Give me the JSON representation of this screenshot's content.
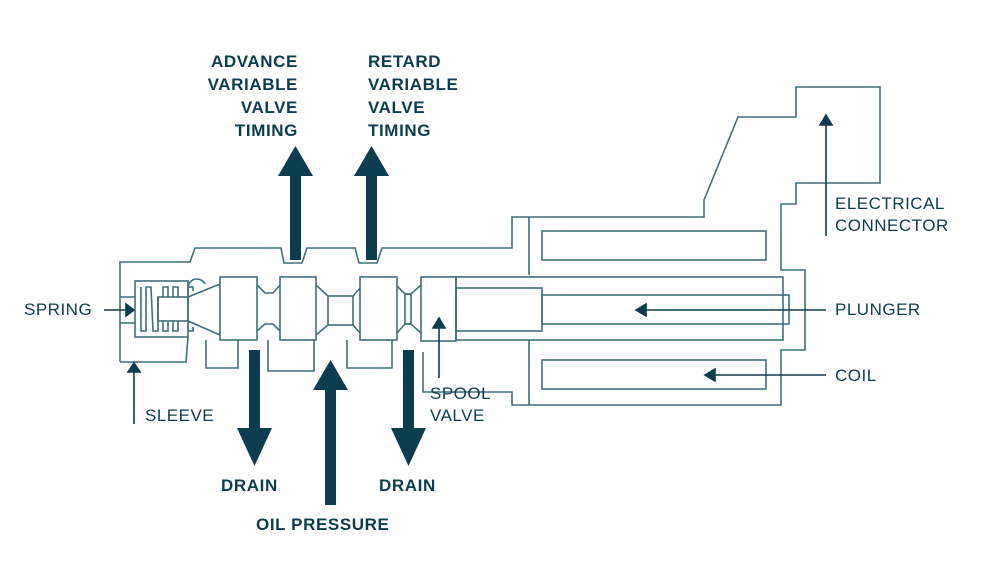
{
  "diagram": {
    "title": "Variable valve timing oil control solenoid",
    "colors": {
      "line": "#3f6e7c",
      "arrow": "#0b3c4f",
      "text": "#0b3c4f",
      "background": "#ffffff"
    },
    "flow_labels": {
      "advance": [
        "ADVANCE",
        "VARIABLE",
        "VALVE",
        "TIMING"
      ],
      "retard": [
        "RETARD",
        "VARIABLE",
        "VALVE",
        "TIMING"
      ],
      "drain_left": "DRAIN",
      "drain_right": "DRAIN",
      "oil_pressure": "OIL PRESSURE"
    },
    "part_labels": {
      "spring": "SPRING",
      "sleeve": "SLEEVE",
      "spool_valve": [
        "SPOOL",
        "VALVE"
      ],
      "electrical_connector": [
        "ELECTRICAL",
        "CONNECTOR"
      ],
      "plunger": "PLUNGER",
      "coil": "COIL"
    }
  }
}
